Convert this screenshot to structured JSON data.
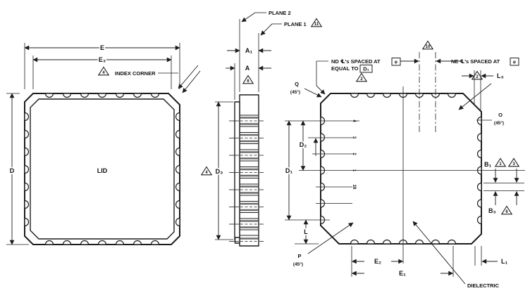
{
  "colors": {
    "ink": "#1c1c1c",
    "background": "#ffffff",
    "metal_band": "#6b6b6b"
  },
  "top_view": {
    "dim_e": "E",
    "dim_e3": "E₃",
    "flag_index": "4",
    "index_corner_label": "INDEX CORNER",
    "dim_d": "D",
    "lid_label": "LID"
  },
  "side_view": {
    "plane2_label": "PLANE 2",
    "plane1_label": "PLANE 1",
    "plane1_flag": "11",
    "dim_a1": "A₁",
    "dim_a": "A",
    "a_flag": "6",
    "dim_d3": "D₃",
    "d3_flag": "4"
  },
  "bottom_view": {
    "top_flag": "10",
    "nd_note_line1": "ND ℄'s SPACED AT",
    "nd_box_e": "e",
    "nd_note_line2": "EQUAL TO",
    "nd_box_d1": "D₁",
    "nd_flag": "2",
    "ne_note": "NE ℄'s SPACED AT",
    "ne_box_e": "e",
    "ne_flag": "2",
    "dim_l3": "L₃",
    "corner_q": "Q",
    "corner_q_angle": "(45°)",
    "corner_o": "O",
    "corner_o_angle": "(45°)",
    "corner_p": "P",
    "corner_p_angle": "(45°)",
    "dim_d2": "D₂",
    "dim_d1": "D₁",
    "dim_l": "L",
    "dim_e2": "E₂",
    "dim_e1": "E₁",
    "dim_l1": "L₁",
    "dim_b1": "B₁",
    "b1_flag_a": "1",
    "b1_flag_b": "3",
    "dim_b3": "B₃",
    "b3_flag": "6",
    "dielectric_label": "DIELECTRIC",
    "pin_numbers": [
      "4",
      "3",
      "2",
      "1",
      "28"
    ]
  }
}
